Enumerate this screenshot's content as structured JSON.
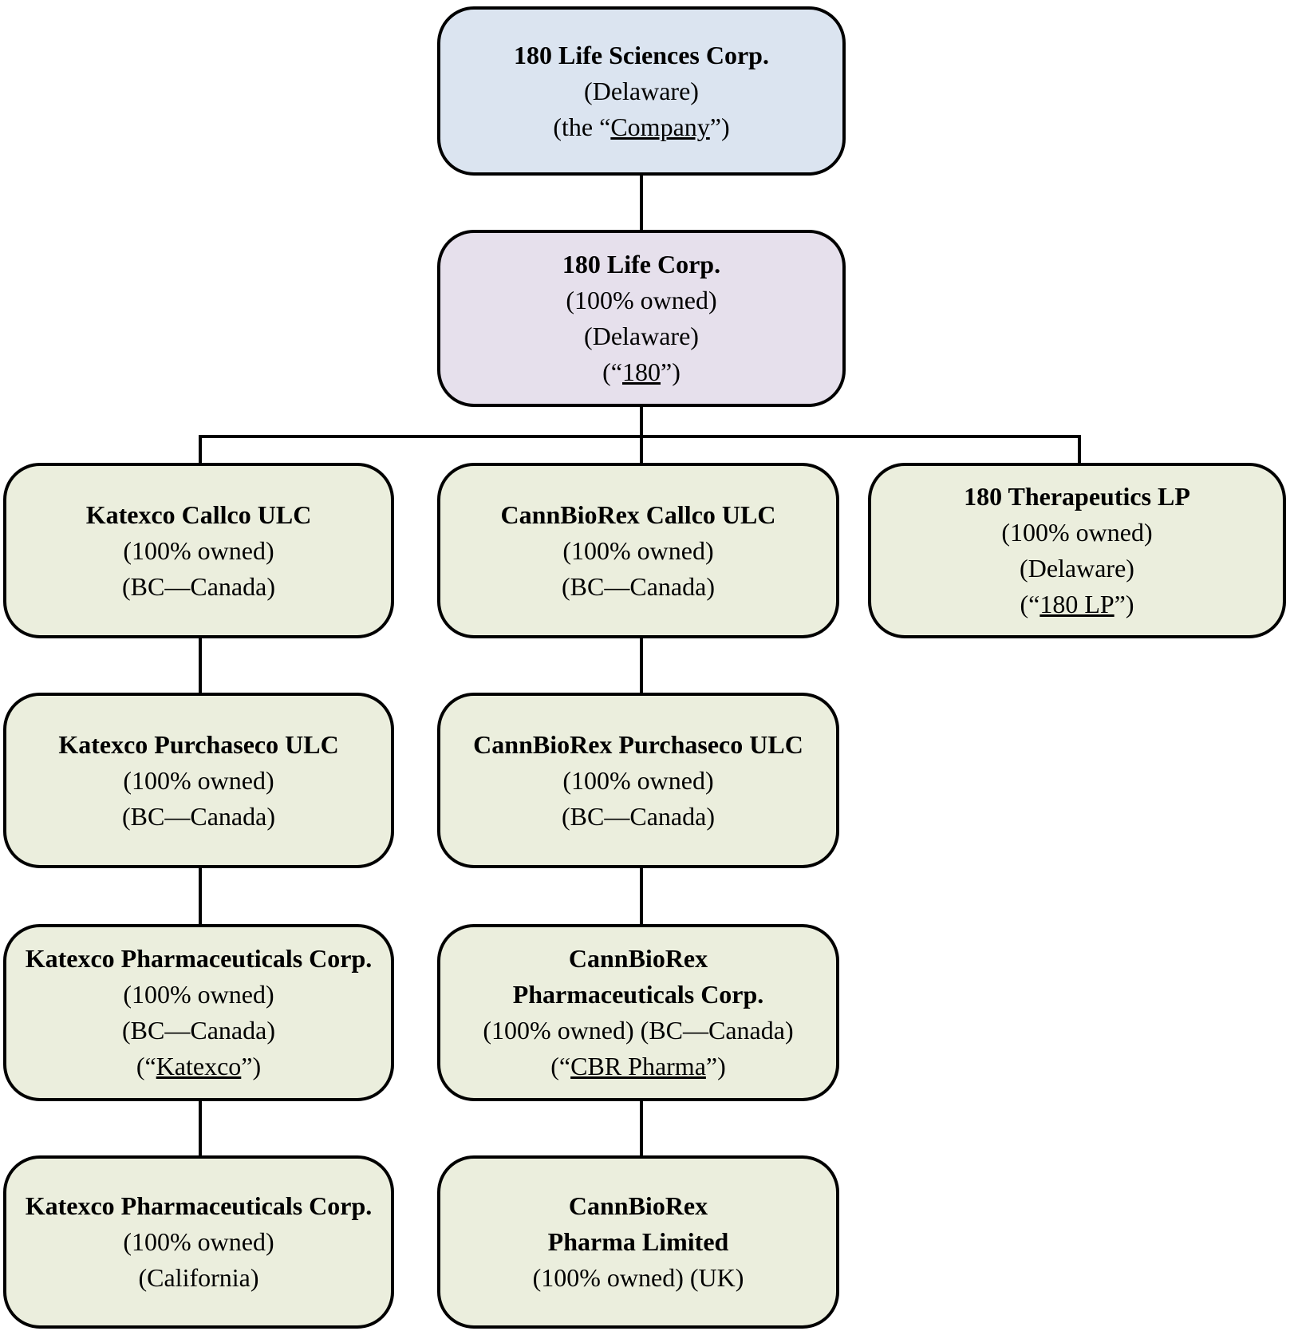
{
  "diagram": {
    "type": "org-chart",
    "colors": {
      "parent": "#dbe4f0",
      "intermediate": "#e6e0ec",
      "subsidiary": "#ebeedd",
      "line": "#000000"
    },
    "nodes": {
      "company": {
        "fill": "parent",
        "lines": [
          [
            {
              "t": "180 Life Sciences Corp.",
              "b": true
            }
          ],
          [
            {
              "t": "(Delaware)"
            }
          ],
          [
            {
              "t": "(the “"
            },
            {
              "t": "Company",
              "u": true
            },
            {
              "t": "”)"
            }
          ]
        ]
      },
      "life180": {
        "fill": "intermediate",
        "lines": [
          [
            {
              "t": "180 Life Corp.",
              "b": true
            }
          ],
          [
            {
              "t": "(100% owned)"
            }
          ],
          [
            {
              "t": "(Delaware)"
            }
          ],
          [
            {
              "t": "(“"
            },
            {
              "t": "180",
              "u": true
            },
            {
              "t": "”)"
            }
          ]
        ]
      },
      "katexco_callco": {
        "fill": "subsidiary",
        "lines": [
          [
            {
              "t": "Katexco Callco ULC",
              "b": true
            }
          ],
          [
            {
              "t": "(100% owned)"
            }
          ],
          [
            {
              "t": "(BC—Canada)"
            }
          ]
        ]
      },
      "cannbiorex_callco": {
        "fill": "subsidiary",
        "lines": [
          [
            {
              "t": "CannBioRex Callco ULC",
              "b": true
            }
          ],
          [
            {
              "t": "(100% owned)"
            }
          ],
          [
            {
              "t": "(BC—Canada)"
            }
          ]
        ]
      },
      "therapeutics": {
        "fill": "subsidiary",
        "lines": [
          [
            {
              "t": "180 Therapeutics LP",
              "b": true
            }
          ],
          [
            {
              "t": "(100% owned)"
            }
          ],
          [
            {
              "t": "(Delaware)"
            }
          ],
          [
            {
              "t": "(“"
            },
            {
              "t": "180 LP",
              "u": true
            },
            {
              "t": "”)"
            }
          ]
        ]
      },
      "katexco_purchaseco": {
        "fill": "subsidiary",
        "lines": [
          [
            {
              "t": "Katexco Purchaseco ULC",
              "b": true
            }
          ],
          [
            {
              "t": "(100% owned)"
            }
          ],
          [
            {
              "t": "(BC—Canada)"
            }
          ]
        ]
      },
      "cannbiorex_purchaseco": {
        "fill": "subsidiary",
        "lines": [
          [
            {
              "t": "CannBioRex Purchaseco ULC",
              "b": true
            }
          ],
          [
            {
              "t": "(100% owned)"
            }
          ],
          [
            {
              "t": "(BC—Canada)"
            }
          ]
        ]
      },
      "katexco_pharma_bc": {
        "fill": "subsidiary",
        "lines": [
          [
            {
              "t": "Katexco Pharmaceuticals Corp.",
              "b": true
            }
          ],
          [
            {
              "t": "(100% owned)"
            }
          ],
          [
            {
              "t": "(BC—Canada)"
            }
          ],
          [
            {
              "t": "(“"
            },
            {
              "t": "Katexco",
              "u": true
            },
            {
              "t": "”)"
            }
          ]
        ]
      },
      "cannbiorex_pharma_corp": {
        "fill": "subsidiary",
        "lines": [
          [
            {
              "t": "CannBioRex",
              "b": true
            }
          ],
          [
            {
              "t": "Pharmaceuticals Corp.",
              "b": true
            }
          ],
          [
            {
              "t": "(100% owned) (BC—Canada)"
            }
          ],
          [
            {
              "t": "(“"
            },
            {
              "t": "CBR Pharma",
              "u": true
            },
            {
              "t": "”)"
            }
          ]
        ]
      },
      "katexco_pharma_ca": {
        "fill": "subsidiary",
        "lines": [
          [
            {
              "t": "Katexco Pharmaceuticals Corp.",
              "b": true
            }
          ],
          [
            {
              "t": "(100% owned)"
            }
          ],
          [
            {
              "t": "(California)"
            }
          ]
        ]
      },
      "cannbiorex_pharma_ltd": {
        "fill": "subsidiary",
        "lines": [
          [
            {
              "t": "CannBioRex",
              "b": true
            }
          ],
          [
            {
              "t": "Pharma Limited",
              "b": true
            }
          ],
          [
            {
              "t": "(100% owned) (UK)"
            }
          ]
        ]
      }
    }
  }
}
